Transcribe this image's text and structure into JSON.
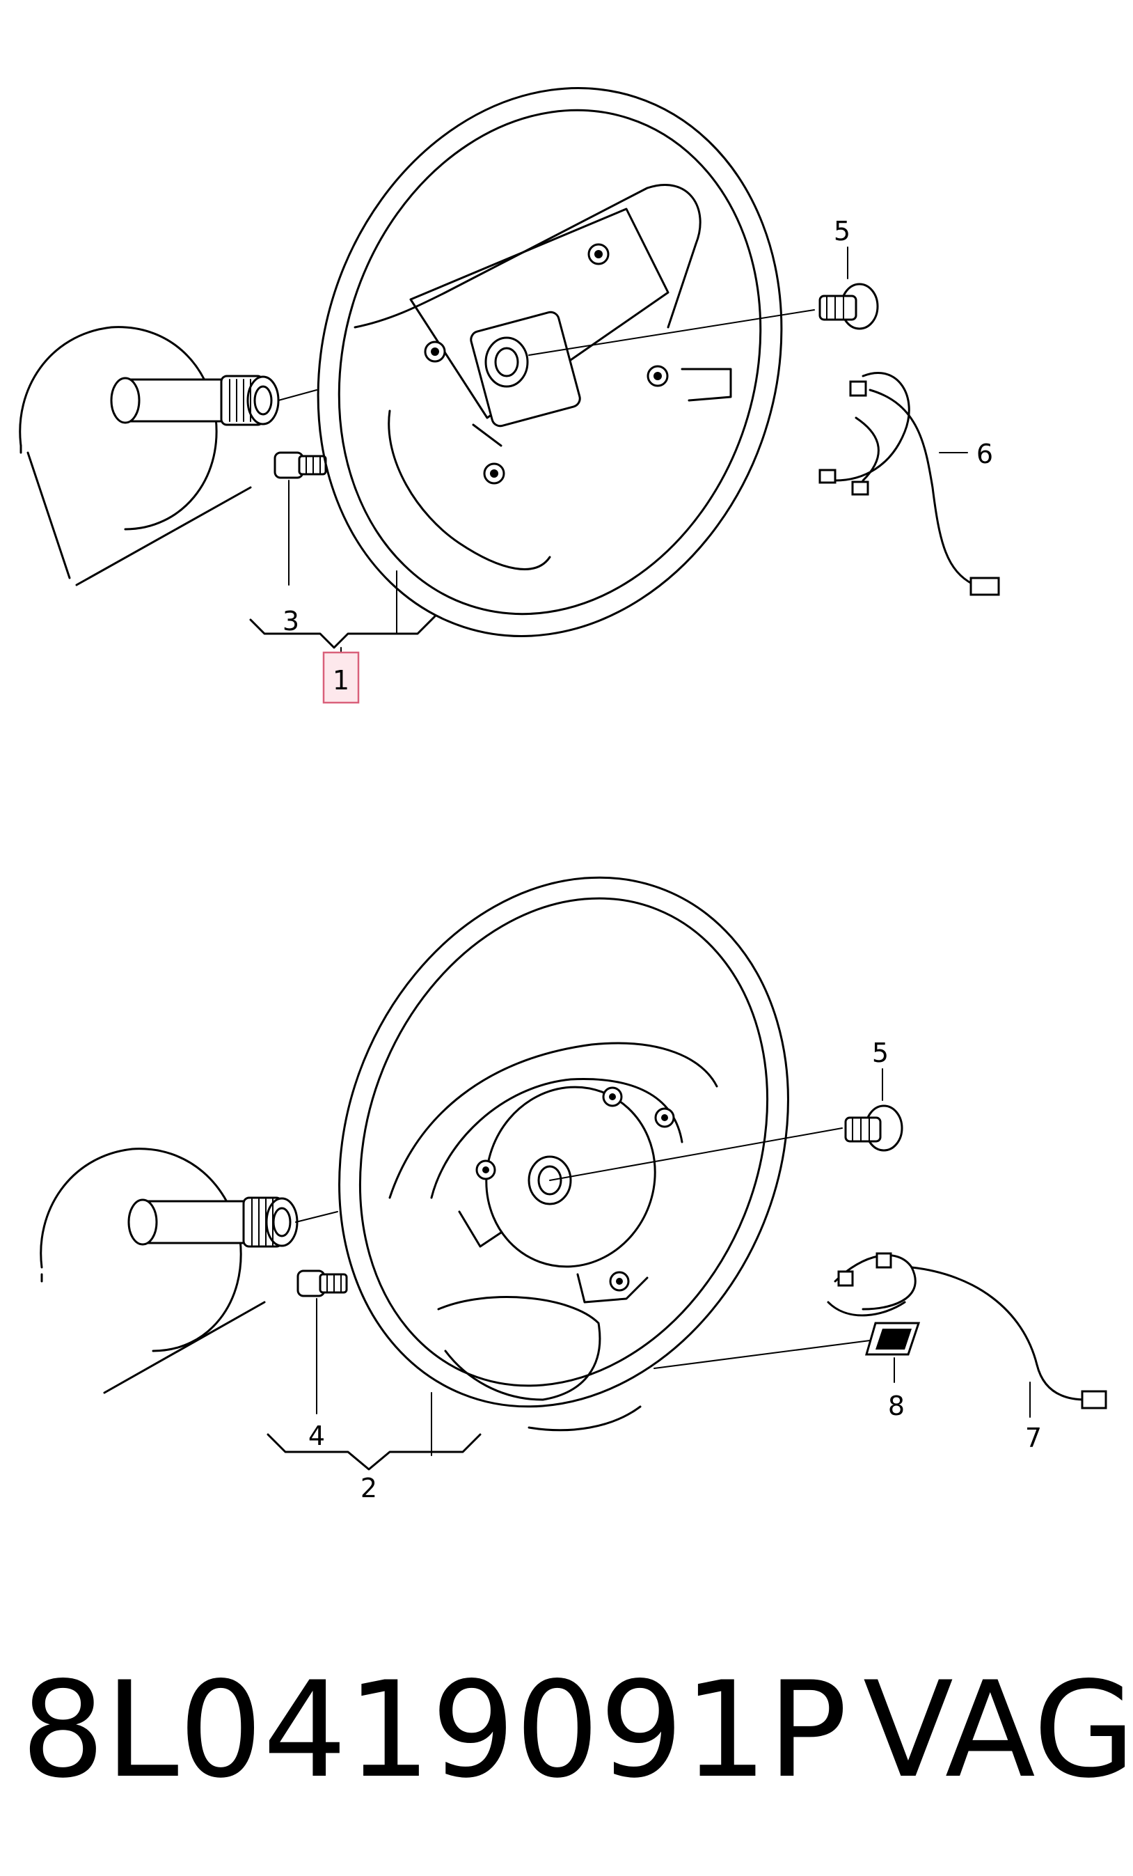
{
  "diagram": {
    "top_assembly": {
      "callouts": {
        "assembly": "1",
        "bolt": "3",
        "plug": "5",
        "harness": "6"
      }
    },
    "bottom_assembly": {
      "callouts": {
        "assembly": "2",
        "bolt": "4",
        "plug": "5",
        "harness": "7",
        "module": "8"
      }
    },
    "highlight_color": "#d9607a"
  },
  "footer": {
    "part_number": "8L0419091P",
    "brand": "VAG"
  }
}
